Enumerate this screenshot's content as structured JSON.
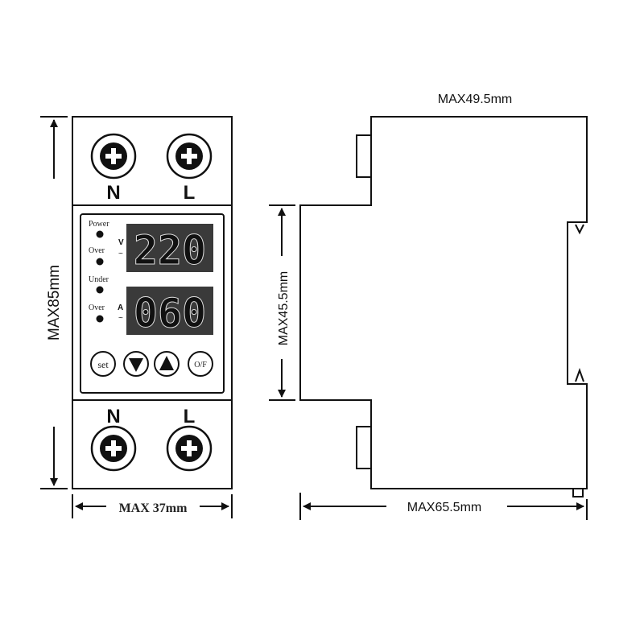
{
  "front_view": {
    "top_terminals": [
      "N",
      "L"
    ],
    "bottom_terminals": [
      "N",
      "L"
    ],
    "indicators": {
      "power": "Power",
      "over_v": "Over",
      "under": "Under",
      "over_a": "Over"
    },
    "units": {
      "voltage": "V",
      "current": "A",
      "tilde": "~"
    },
    "display": {
      "voltage": "220",
      "current": "060"
    },
    "buttons": {
      "set": "set",
      "down_icon": "triangle-down-icon",
      "up_icon": "triangle-up-icon",
      "onoff": "O/F"
    },
    "dimensions": {
      "height": "MAX85mm",
      "width": "MAX 37mm"
    }
  },
  "side_view": {
    "dimensions": {
      "top_width": "MAX49.5mm",
      "rail_height": "MAX45.5mm",
      "depth": "MAX65.5mm"
    }
  },
  "colors": {
    "line": "#111111",
    "display_bg": "#3a3a3a",
    "digit": "#111111"
  }
}
